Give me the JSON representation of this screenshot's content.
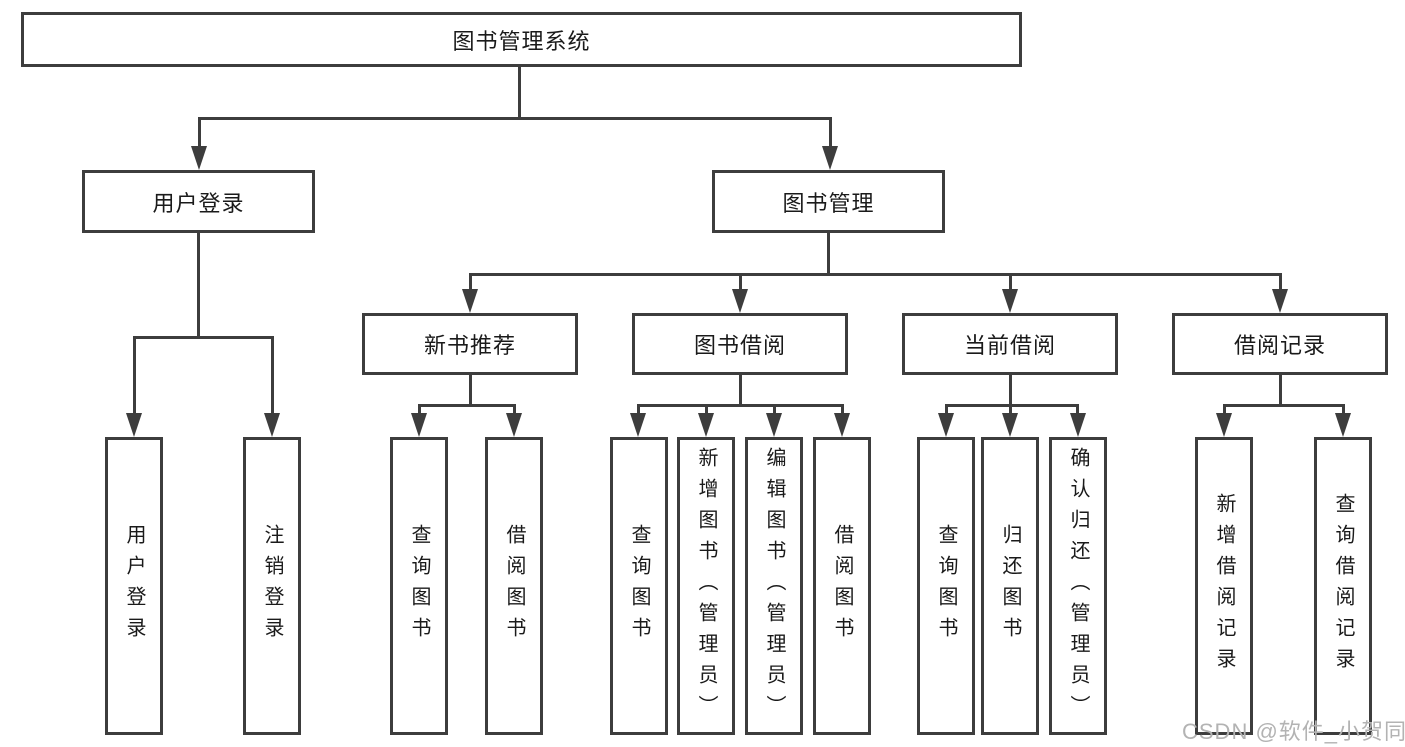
{
  "diagram": {
    "root": {
      "label": "图书管理系统"
    },
    "level1": [
      {
        "id": "user-login",
        "label": "用户登录"
      },
      {
        "id": "book-management",
        "label": "图书管理"
      }
    ],
    "level2": [
      {
        "id": "new-book-recommend",
        "label": "新书推荐"
      },
      {
        "id": "book-borrowing",
        "label": "图书借阅"
      },
      {
        "id": "current-borrowing",
        "label": "当前借阅"
      },
      {
        "id": "borrow-records",
        "label": "借阅记录"
      }
    ],
    "leaves": [
      {
        "id": "user-login",
        "parent": "用户登录",
        "label": "用户登录"
      },
      {
        "id": "logout",
        "parent": "用户登录",
        "label": "注销登录"
      },
      {
        "id": "newbook-query-books",
        "parent": "新书推荐",
        "label": "查询图书"
      },
      {
        "id": "newbook-borrow-books",
        "parent": "新书推荐",
        "label": "借阅图书"
      },
      {
        "id": "borrowing-query-books",
        "parent": "图书借阅",
        "label": "查询图书"
      },
      {
        "id": "borrowing-add-books-admin",
        "parent": "图书借阅",
        "label": "新增图书（管理员）"
      },
      {
        "id": "borrowing-edit-books-admin",
        "parent": "图书借阅",
        "label": "编辑图书（管理员）"
      },
      {
        "id": "borrowing-borrow-books",
        "parent": "图书借阅",
        "label": "借阅图书"
      },
      {
        "id": "current-query-books",
        "parent": "当前借阅",
        "label": "查询图书"
      },
      {
        "id": "current-return-books",
        "parent": "当前借阅",
        "label": "归还图书"
      },
      {
        "id": "current-confirm-return-admin",
        "parent": "当前借阅",
        "label": "确认归还（管理员）"
      },
      {
        "id": "records-add-borrow-record",
        "parent": "借阅记录",
        "label": "新增借阅记录"
      },
      {
        "id": "records-query-borrow-record",
        "parent": "借阅记录",
        "label": "查询借阅记录"
      }
    ],
    "watermark": "CSDN @软件_小贺同学",
    "colors": {
      "background": "#ffffff",
      "line": "#3d3d3d",
      "text": "#1a1a1a",
      "watermark": "#b3b3b3"
    }
  }
}
